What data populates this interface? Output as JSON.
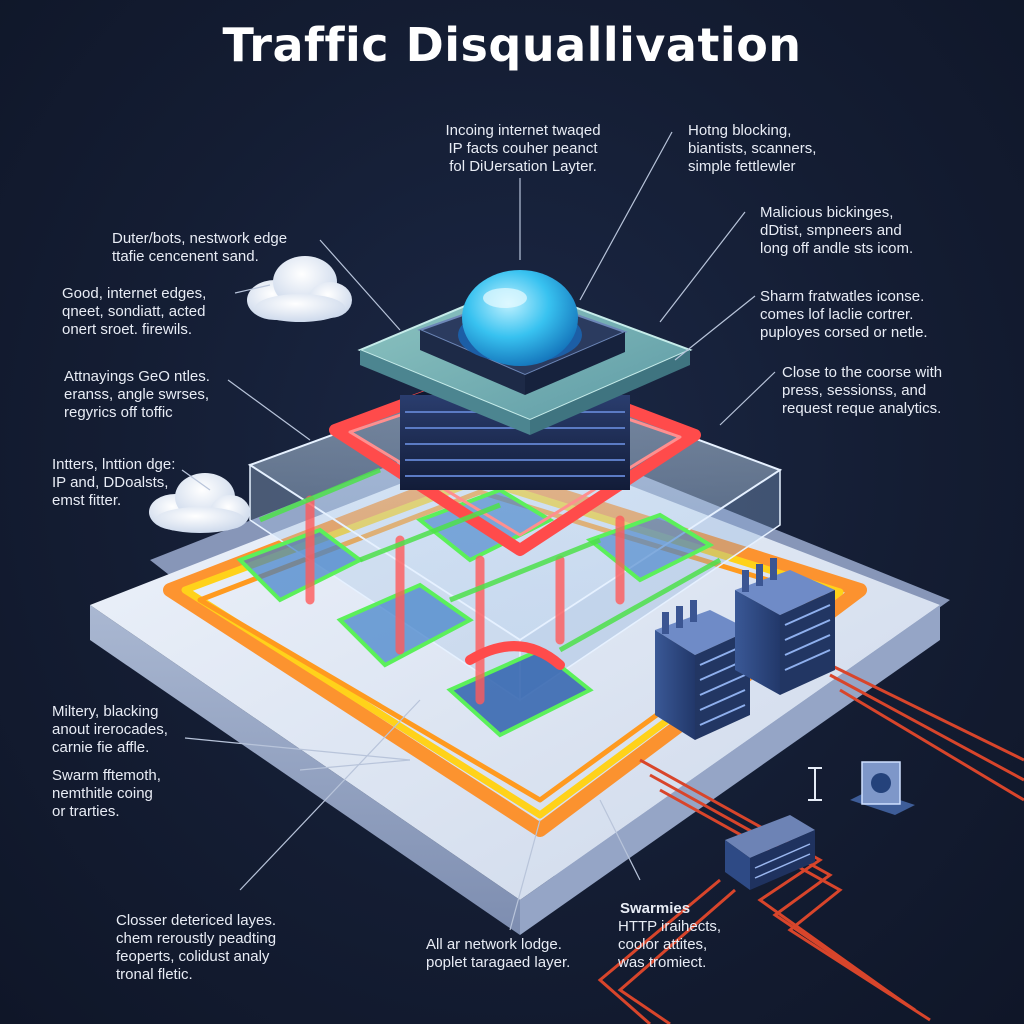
{
  "title": "Traffic Disquallivation",
  "labels": {
    "top_center": "Incoing internet twaqed\nIP facts couher peanct\nfol DiUersation Layter.",
    "top_right_1": "Hotng blocking,\nbiantists, scanners,\nsimple fettlewler",
    "top_right_2": "Malicious bickinges,\ndDtist, smpneers and\nlong off andle sts icom.",
    "mid_right_1": "Sharm fratwatles iconse.\ncomes lof laclie cortrer.\npuployes corsed or netle.",
    "mid_right_2": "Close to the coorse with\npress, sessionss, and\nrequest reque analytics.",
    "left_1": "Duter/bots, nestwork edge\nttafie cencenent sand.",
    "left_2": "Good, internet edges,\nqneet, sondiatt, acted\nonert sroet. firewils.",
    "left_3": "Attnayings GeO ntles.\neranss, angle swrses,\nregyrics off toffic",
    "left_4": "Intters, lnttion dge:\nIP and, DDoalsts,\nemst fitter.",
    "left_5": "Miltery, blacking\nanout irerocades,\ncarnie fie affle.",
    "left_6": "Swarm fftemoth,\nnemthitle coing\nor trarties.",
    "bottom_left": "Closser detericed layes.\nchem reroustly peadting\nfeoperts, colidust analy\ntronal fletic.",
    "bottom_center": "All ar network lodge.\npoplet taragaed layer.",
    "bottom_right_title": "Swarmies",
    "bottom_right": "HTTP iraihects,\ncoolor attites,\nwas tromiect."
  },
  "colors": {
    "background": "#141d33",
    "red_route": "#ff4b4b",
    "orange_route": "#ff9a1f",
    "yellow_route": "#ffd21a",
    "green_route": "#4de04a",
    "core_blue": "#3ec6f0",
    "base_plate": "#dfe6f2",
    "server_blue": "#2e4a85"
  },
  "icons": [
    "cloud-icon",
    "cloud-icon",
    "server-rack-icon",
    "server-rack-icon",
    "network-device-icon",
    "monitor-icon",
    "plug-icon"
  ]
}
